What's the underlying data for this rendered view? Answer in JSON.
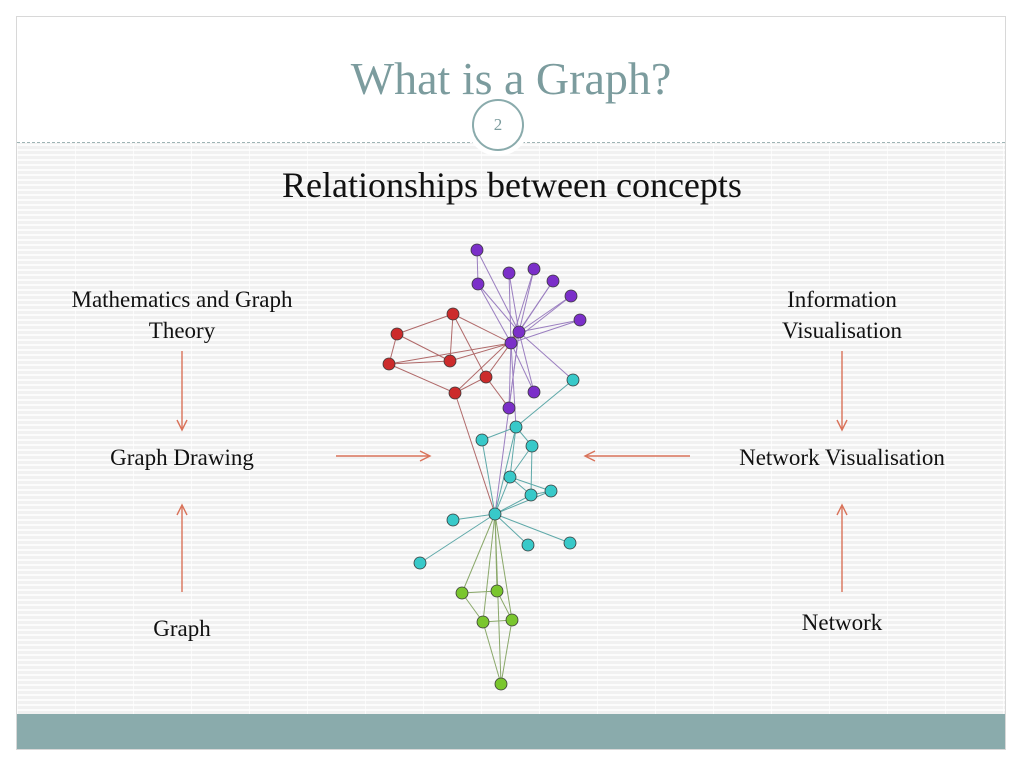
{
  "slide": {
    "title": "What is a Graph?",
    "number": "2",
    "subtitle": "Relationships between concepts"
  },
  "labels": {
    "math_line1": "Mathematics and Graph",
    "math_line2": "Theory",
    "graph_drawing": "Graph Drawing",
    "graph": "Graph",
    "info_line1": "Information",
    "info_line2": "Visualisation",
    "network_visualisation": "Network Visualisation",
    "network": "Network"
  },
  "colors": {
    "title": "#7c9c9e",
    "accent": "#8aabac",
    "arrow": "#d9735a",
    "purple": "#7b2fc9",
    "red": "#cc2b2b",
    "cyan": "#38c9c9",
    "green": "#7ac62e"
  },
  "network_graph": {
    "nodes": [
      {
        "id": "p1",
        "group": "purple"
      },
      {
        "id": "p2",
        "group": "purple"
      },
      {
        "id": "p3",
        "group": "purple"
      },
      {
        "id": "p4",
        "group": "purple"
      },
      {
        "id": "p5",
        "group": "purple"
      },
      {
        "id": "p6",
        "group": "purple"
      },
      {
        "id": "p7",
        "group": "purple"
      },
      {
        "id": "p8",
        "group": "purple"
      },
      {
        "id": "p9",
        "group": "purple"
      },
      {
        "id": "p10",
        "group": "purple"
      },
      {
        "id": "p11",
        "group": "purple"
      },
      {
        "id": "r1",
        "group": "red"
      },
      {
        "id": "r2",
        "group": "red"
      },
      {
        "id": "r3",
        "group": "red"
      },
      {
        "id": "r4",
        "group": "red"
      },
      {
        "id": "r5",
        "group": "red"
      },
      {
        "id": "r6",
        "group": "red"
      },
      {
        "id": "c1",
        "group": "cyan"
      },
      {
        "id": "c2",
        "group": "cyan"
      },
      {
        "id": "c3",
        "group": "cyan"
      },
      {
        "id": "c4",
        "group": "cyan"
      },
      {
        "id": "c5",
        "group": "cyan"
      },
      {
        "id": "c6",
        "group": "cyan"
      },
      {
        "id": "c7",
        "group": "cyan"
      },
      {
        "id": "c8",
        "group": "cyan"
      },
      {
        "id": "c9",
        "group": "cyan"
      },
      {
        "id": "c10",
        "group": "cyan"
      },
      {
        "id": "c11",
        "group": "cyan"
      },
      {
        "id": "c12",
        "group": "cyan"
      },
      {
        "id": "g1",
        "group": "green"
      },
      {
        "id": "g2",
        "group": "green"
      },
      {
        "id": "g3",
        "group": "green"
      },
      {
        "id": "g4",
        "group": "green"
      },
      {
        "id": "g5",
        "group": "green"
      }
    ],
    "edges": [
      [
        "p1",
        "p2"
      ],
      [
        "p1",
        "p10"
      ],
      [
        "p2",
        "p9"
      ],
      [
        "p2",
        "p10"
      ],
      [
        "p3",
        "p9"
      ],
      [
        "p3",
        "p10"
      ],
      [
        "p4",
        "p9"
      ],
      [
        "p4",
        "p10"
      ],
      [
        "p5",
        "p9"
      ],
      [
        "p5",
        "p10"
      ],
      [
        "p6",
        "p9"
      ],
      [
        "p6",
        "p10"
      ],
      [
        "p7",
        "p9"
      ],
      [
        "p7",
        "p10"
      ],
      [
        "p9",
        "p10"
      ],
      [
        "p9",
        "p11"
      ],
      [
        "p10",
        "p11"
      ],
      [
        "p8",
        "p10"
      ],
      [
        "p8",
        "p9"
      ],
      [
        "p10",
        "c12"
      ],
      [
        "p9",
        "c2"
      ],
      [
        "p10",
        "c6"
      ],
      [
        "r1",
        "r2"
      ],
      [
        "r1",
        "r3"
      ],
      [
        "r1",
        "r6"
      ],
      [
        "r2",
        "p9"
      ],
      [
        "r2",
        "r5"
      ],
      [
        "r2",
        "r6"
      ],
      [
        "r3",
        "r4"
      ],
      [
        "r3",
        "r6"
      ],
      [
        "r4",
        "p10"
      ],
      [
        "r4",
        "c6"
      ],
      [
        "r5",
        "p10"
      ],
      [
        "r5",
        "p11"
      ],
      [
        "r6",
        "p9"
      ],
      [
        "r4",
        "r5"
      ],
      [
        "r3",
        "p9"
      ],
      [
        "c1",
        "c2"
      ],
      [
        "c1",
        "c6"
      ],
      [
        "c2",
        "c3"
      ],
      [
        "c2",
        "c4"
      ],
      [
        "c2",
        "c6"
      ],
      [
        "c3",
        "c4"
      ],
      [
        "c4",
        "c5"
      ],
      [
        "c4",
        "c6"
      ],
      [
        "c5",
        "c6"
      ],
      [
        "c6",
        "c7"
      ],
      [
        "c6",
        "c8"
      ],
      [
        "c6",
        "c10"
      ],
      [
        "c6",
        "c9"
      ],
      [
        "c6",
        "c11"
      ],
      [
        "c5",
        "c11"
      ],
      [
        "c4",
        "c11"
      ],
      [
        "c2",
        "c12"
      ],
      [
        "c3",
        "c5"
      ],
      [
        "g1",
        "c6"
      ],
      [
        "g2",
        "c6"
      ],
      [
        "g3",
        "c6"
      ],
      [
        "g4",
        "c6"
      ],
      [
        "g5",
        "c6"
      ],
      [
        "g1",
        "g3"
      ],
      [
        "g2",
        "g4"
      ],
      [
        "g3",
        "g4"
      ],
      [
        "g3",
        "g5"
      ],
      [
        "g4",
        "g5"
      ],
      [
        "g1",
        "g2"
      ]
    ]
  }
}
